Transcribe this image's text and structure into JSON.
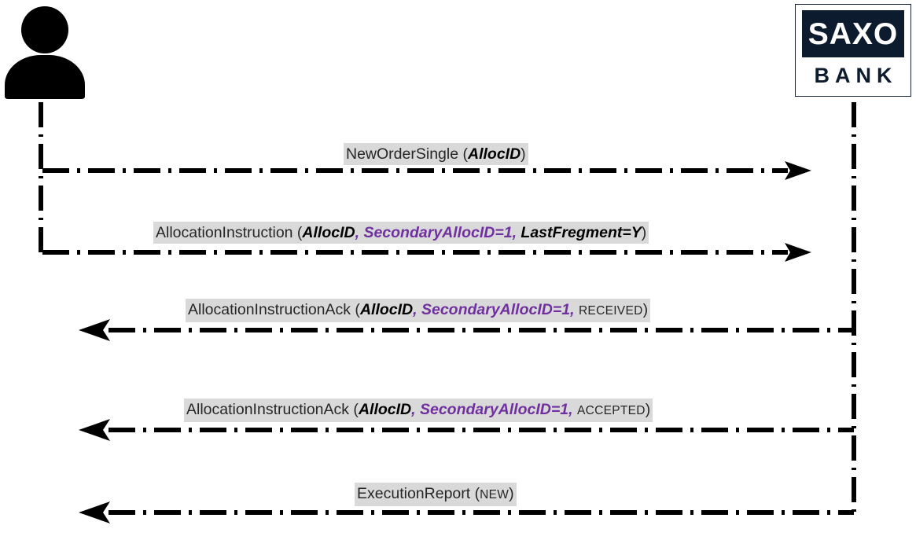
{
  "diagram": {
    "type": "sequence-diagram",
    "title": "FIX Allocation Instruction Sequence",
    "colors": {
      "accent_purple": "#7030A0",
      "label_background": "#D9D9D9",
      "text": "#262626",
      "line": "#000000",
      "logo_navy": "#0D1B2E"
    }
  },
  "participants": [
    {
      "id": "client",
      "name": "client-actor",
      "icon": "person-icon",
      "label": ""
    },
    {
      "id": "saxo",
      "name": "saxo-bank",
      "logo_top": "SAXO",
      "logo_bottom": "BANK"
    }
  ],
  "messages": [
    {
      "index": 1,
      "name": "new-order-single",
      "direction": "right",
      "base": "NewOrderSingle (",
      "parts": [
        {
          "text": "AllocID",
          "style": "bold-italic"
        }
      ],
      "suffix": ")",
      "full_text": "NewOrderSingle (AllocID)"
    },
    {
      "index": 2,
      "name": "allocation-instruction",
      "direction": "right",
      "base": "AllocationInstruction (",
      "parts": [
        {
          "text": "AllocID",
          "style": "bold-italic"
        },
        {
          "text": ", ",
          "style": "purple"
        },
        {
          "text": "SecondaryAllocID=1",
          "style": "purple"
        },
        {
          "text": ", ",
          "style": "purple"
        },
        {
          "text": "LastFregment=Y",
          "style": "bold-italic"
        }
      ],
      "suffix": ")",
      "full_text": "AllocationInstruction (AllocID, SecondaryAllocID=1, LastFregment=Y)"
    },
    {
      "index": 3,
      "name": "allocation-instruction-ack-received",
      "direction": "left",
      "base": "AllocationInstructionAck (",
      "parts": [
        {
          "text": "AllocID",
          "style": "bold-italic"
        },
        {
          "text": ", ",
          "style": "purple"
        },
        {
          "text": "SecondaryAllocID=1",
          "style": "purple"
        },
        {
          "text": ", ",
          "style": "purple"
        },
        {
          "text": "RECEIVED",
          "style": "small-caps"
        }
      ],
      "suffix": ")",
      "full_text": "AllocationInstructionAck (AllocID, SecondaryAllocID=1, RECEIVED)"
    },
    {
      "index": 4,
      "name": "allocation-instruction-ack-accepted",
      "direction": "left",
      "base": "AllocationInstructionAck (",
      "parts": [
        {
          "text": "AllocID",
          "style": "bold-italic"
        },
        {
          "text": ", ",
          "style": "purple"
        },
        {
          "text": "SecondaryAllocID=1",
          "style": "purple"
        },
        {
          "text": ", ",
          "style": "purple"
        },
        {
          "text": "ACCEPTED",
          "style": "small-caps"
        }
      ],
      "suffix": ")",
      "full_text": "AllocationInstructionAck (AllocID, SecondaryAllocID=1, ACCEPTED)"
    },
    {
      "index": 5,
      "name": "execution-report",
      "direction": "left",
      "base": "ExecutionReport (",
      "parts": [
        {
          "text": "NEW",
          "style": "small-caps"
        }
      ],
      "suffix": ")",
      "full_text": "ExecutionReport (NEW)"
    }
  ],
  "labels": {
    "msg1_prefix": "NewOrderSingle (",
    "msg1_allocid": "AllocID",
    "msg1_close": ")",
    "msg2_prefix": "AllocationInstruction (",
    "msg2_allocid": "AllocID",
    "msg2_comma1": ", ",
    "msg2_secondary": "SecondaryAllocID=1",
    "msg2_comma2": ", ",
    "msg2_lastfrag": "LastFregment=Y",
    "msg2_close": ")",
    "msg3_prefix": "AllocationInstructionAck (",
    "msg3_allocid": "AllocID",
    "msg3_comma1": ", ",
    "msg3_secondary": "SecondaryAllocID=1",
    "msg3_comma2": ", ",
    "msg3_status": "RECEIVED",
    "msg3_close": ")",
    "msg4_prefix": "AllocationInstructionAck (",
    "msg4_allocid": "AllocID",
    "msg4_comma1": ", ",
    "msg4_secondary": "SecondaryAllocID=1",
    "msg4_comma2": ", ",
    "msg4_status": "ACCEPTED",
    "msg4_close": ")",
    "msg5_prefix": "ExecutionReport (",
    "msg5_status": "NEW",
    "msg5_close": ")",
    "logo_top": "SAXO",
    "logo_bottom": "BANK"
  }
}
